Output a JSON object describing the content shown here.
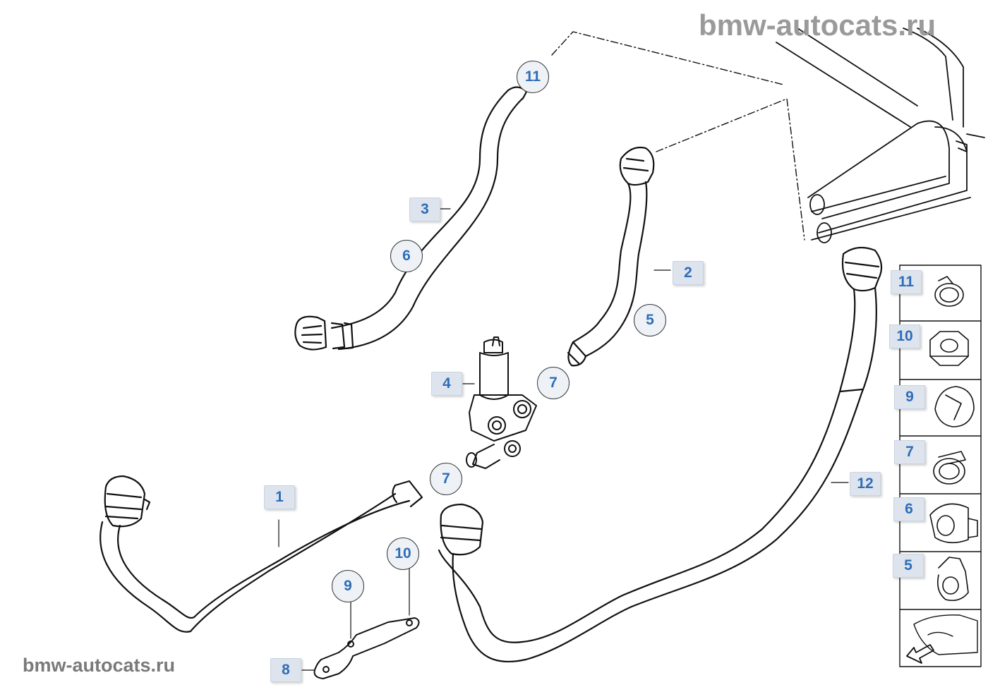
{
  "watermark": {
    "top": "bmw-autocats.ru",
    "bottom": "bmw-autocats.ru"
  },
  "callouts": {
    "c1": "1",
    "c2": "2",
    "c3": "3",
    "c4": "4",
    "c5": "5",
    "c6": "6",
    "c7a": "7",
    "c7b": "7",
    "c8": "8",
    "c9": "9",
    "c10": "10",
    "c11": "11",
    "c12": "12"
  },
  "parts_legend": [
    "11",
    "10",
    "9",
    "7",
    "6",
    "5"
  ]
}
